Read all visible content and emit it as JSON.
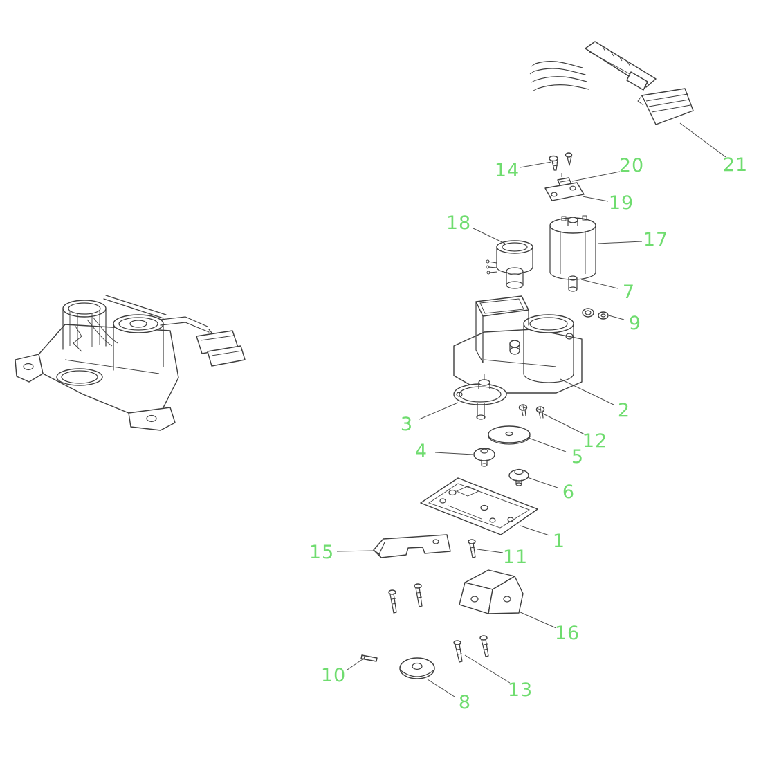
{
  "diagram": {
    "title": "exploded-parts-diagram",
    "background": "#ffffff",
    "line_color": "#3d3d3d",
    "callout_color": "#6fdc6f",
    "callouts": [
      {
        "label": "1"
      },
      {
        "label": "2"
      },
      {
        "label": "3"
      },
      {
        "label": "4"
      },
      {
        "label": "5"
      },
      {
        "label": "6"
      },
      {
        "label": "7"
      },
      {
        "label": "8"
      },
      {
        "label": "9"
      },
      {
        "label": "10"
      },
      {
        "label": "11"
      },
      {
        "label": "12"
      },
      {
        "label": "13"
      },
      {
        "label": "14"
      },
      {
        "label": "15"
      },
      {
        "label": "16"
      },
      {
        "label": "17"
      },
      {
        "label": "18"
      },
      {
        "label": "19"
      },
      {
        "label": "20"
      },
      {
        "label": "21"
      }
    ]
  }
}
